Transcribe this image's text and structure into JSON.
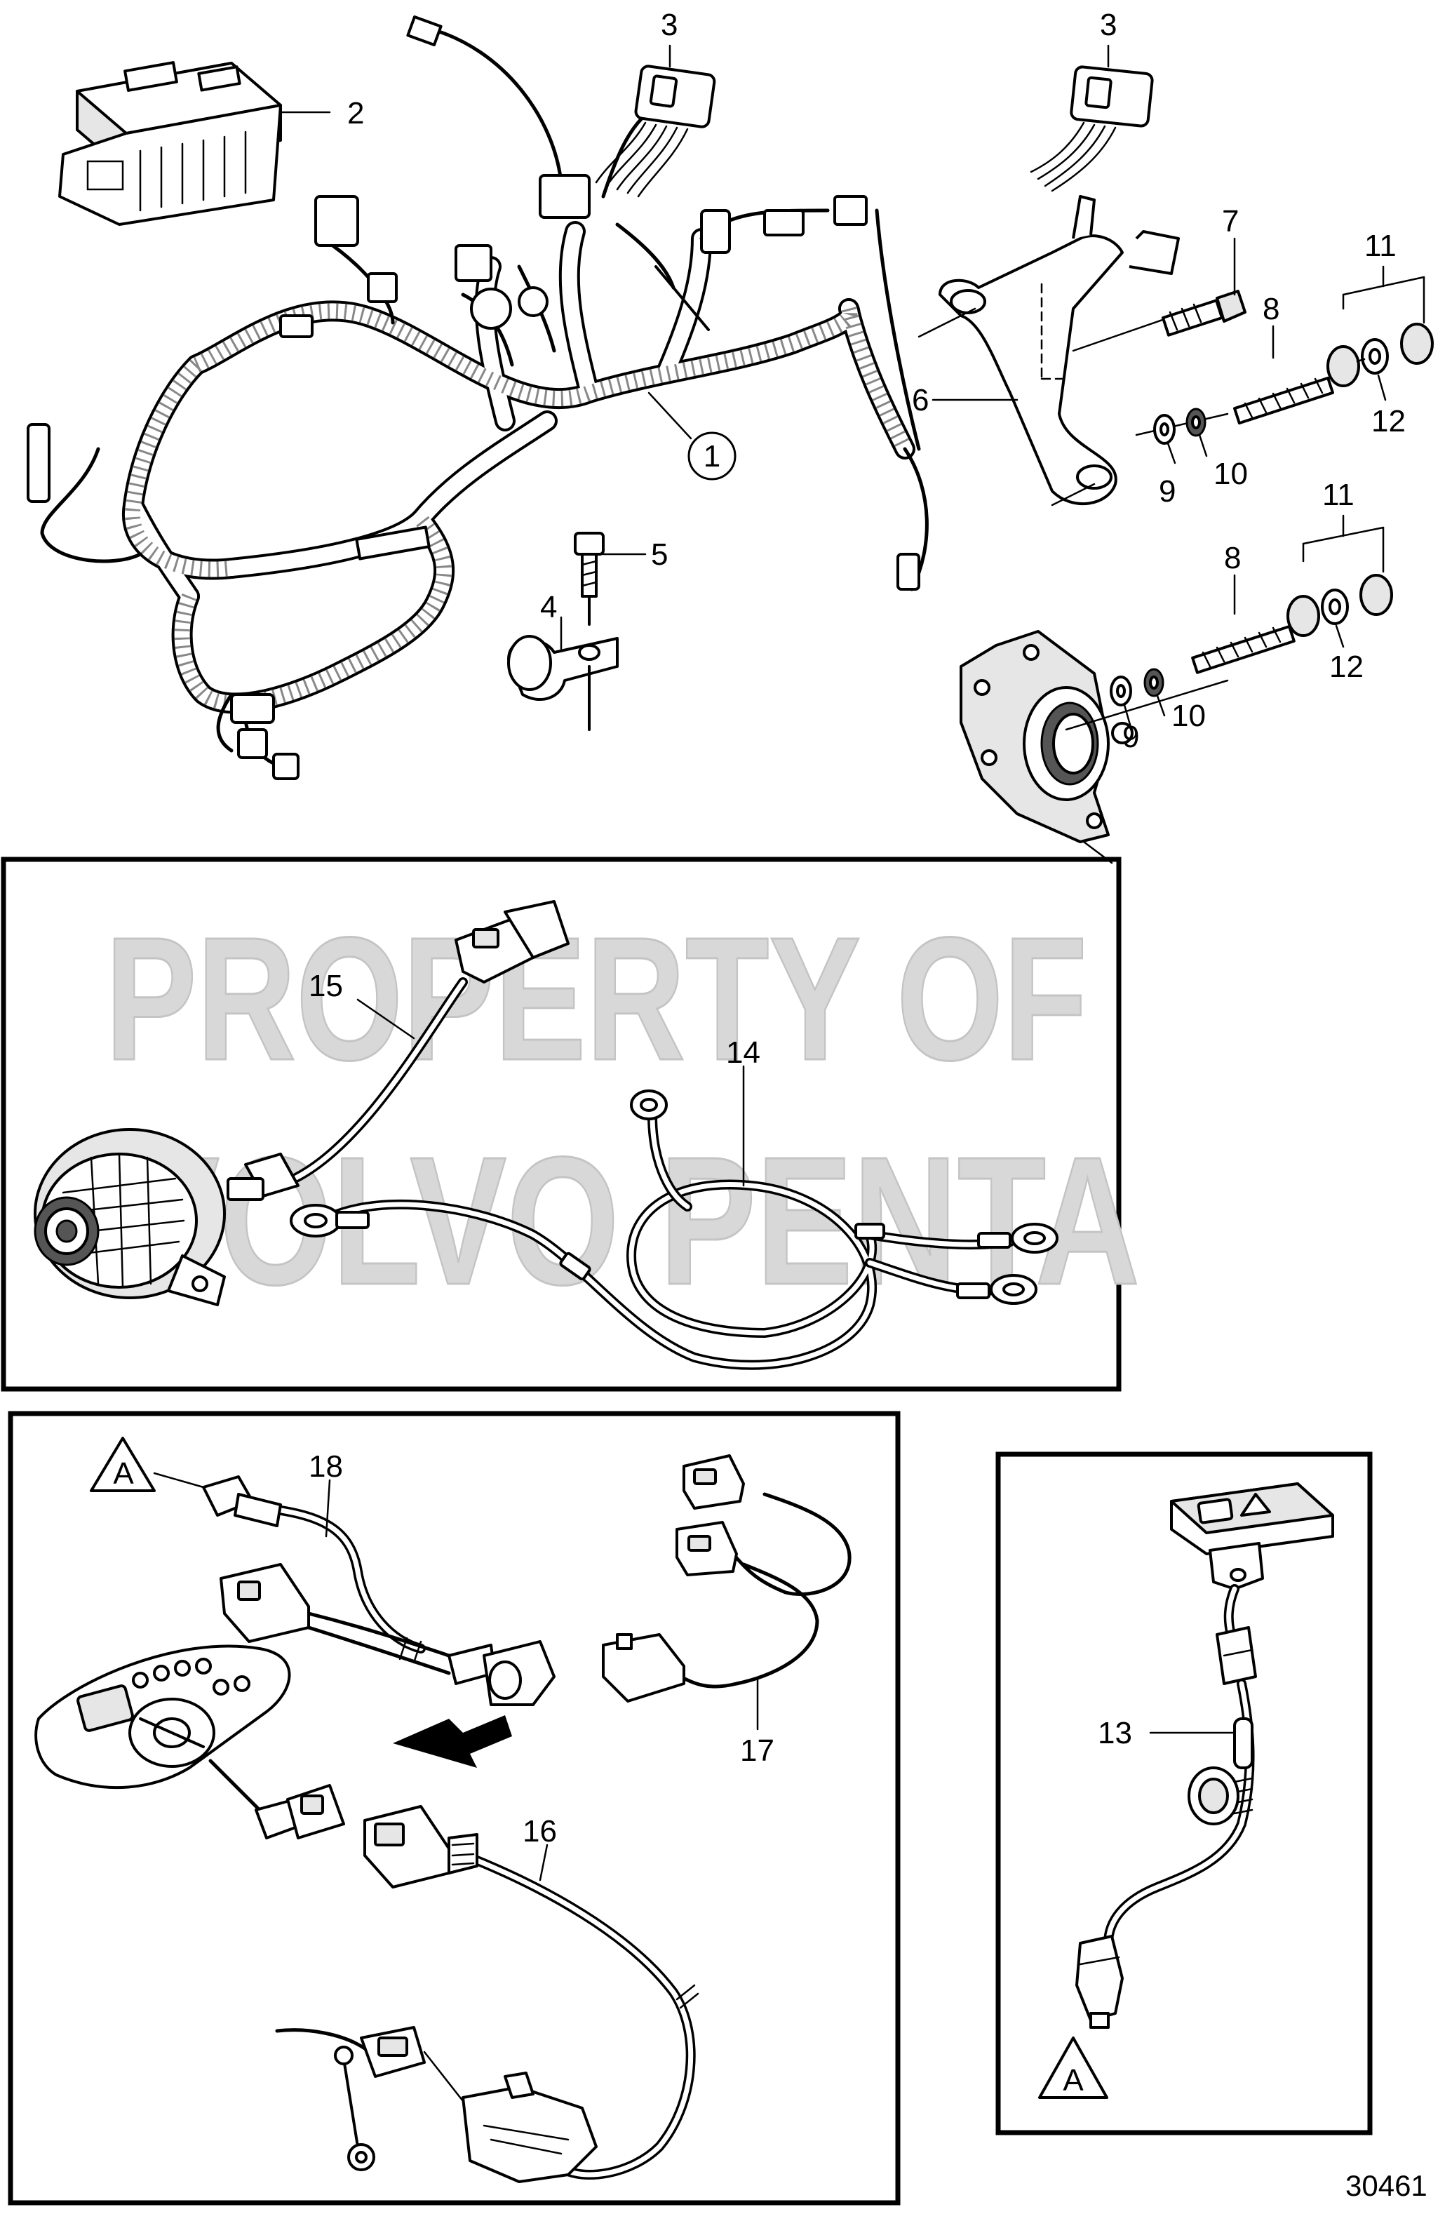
{
  "diagram": {
    "figure_number": "30461",
    "watermark": {
      "line1": "PROPERTY OF",
      "line2": "VOLVO PENTA"
    },
    "callouts": [
      {
        "id": "c2",
        "text": "2"
      },
      {
        "id": "c3a",
        "text": "3"
      },
      {
        "id": "c3b",
        "text": "3"
      },
      {
        "id": "c1",
        "text": "1"
      },
      {
        "id": "c5",
        "text": "5"
      },
      {
        "id": "c4",
        "text": "4"
      },
      {
        "id": "c7",
        "text": "7"
      },
      {
        "id": "c11a",
        "text": "11"
      },
      {
        "id": "c8a",
        "text": "8"
      },
      {
        "id": "c6",
        "text": "6"
      },
      {
        "id": "c12a",
        "text": "12"
      },
      {
        "id": "c9a",
        "text": "9"
      },
      {
        "id": "c10a",
        "text": "10"
      },
      {
        "id": "c11b",
        "text": "11"
      },
      {
        "id": "c8b",
        "text": "8"
      },
      {
        "id": "c12b",
        "text": "12"
      },
      {
        "id": "c9b",
        "text": "9"
      },
      {
        "id": "c10b",
        "text": "10"
      },
      {
        "id": "c15",
        "text": "15"
      },
      {
        "id": "c14",
        "text": "14"
      },
      {
        "id": "c18",
        "text": "18"
      },
      {
        "id": "c17",
        "text": "17"
      },
      {
        "id": "c16",
        "text": "16"
      },
      {
        "id": "c13",
        "text": "13"
      }
    ],
    "reference_markers": [
      {
        "id": "refA1",
        "text": "A"
      },
      {
        "id": "refA2",
        "text": "A"
      }
    ]
  }
}
